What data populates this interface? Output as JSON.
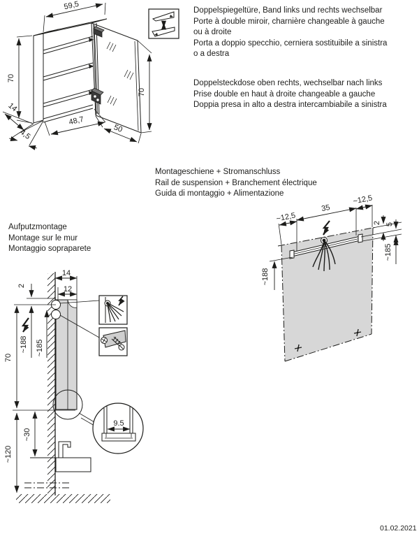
{
  "page": {
    "date": "01.02.2021"
  },
  "colors": {
    "line": "#1d1d1b",
    "panel_gray": "#d7d7d7",
    "background": "#ffffff"
  },
  "blocks": {
    "door": [
      "Doppelspiegeltüre, Band links und rechts wechselbar",
      "Porte à double miroir, charnière changeable à gauche",
      "ou à droite",
      "Porta a doppio specchio, cerniera sostituibile a sinistra",
      "o a destra"
    ],
    "socket": [
      "Doppelsteckdose oben rechts, wechselbar nach links",
      "Prise double en haut à droite changeable a gauche",
      "Doppia presa in alto a destra intercambiabile a sinistra"
    ],
    "rail": [
      "Montageschiene + Stromanschluss",
      "Rail de suspension + Branchement électrique",
      "Guida di montaggio + Alimentazione"
    ],
    "surface": [
      "Aufputzmontage",
      "Montage sur le mur",
      "Montaggio sopraparete"
    ]
  },
  "dims": {
    "cabinet": {
      "top_width": "59,5",
      "height_left": "70",
      "depth": "14",
      "plinth": "4,5",
      "inner_width": "48,7",
      "door_width": "50",
      "door_height": "70"
    },
    "panel": {
      "offset_left": "~12,5",
      "rail_length": "35",
      "offset_right": "~12,5",
      "gap_top": "2",
      "rail_height": "5",
      "height_right": "~185",
      "height_left": "~188"
    },
    "side": {
      "depth_total": "14",
      "depth_body": "12",
      "gap_top": "2",
      "cable_height": "~188",
      "rail_height": "~185",
      "cabinet_height": "70",
      "basin_gap": "~30",
      "basin_height": "~120",
      "rail_width": "9.5"
    }
  }
}
